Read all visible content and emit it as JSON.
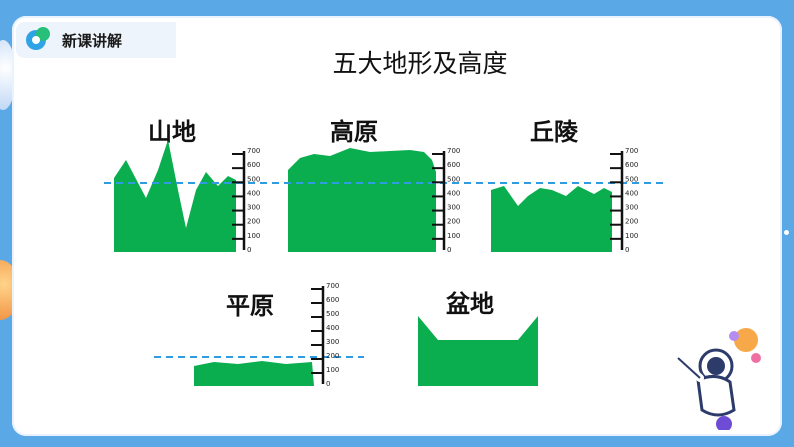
{
  "header": {
    "label": "新课讲解",
    "icon": "logo-icon"
  },
  "title": "五大地形及高度",
  "landforms": {
    "mountain": "山地",
    "plateau": "高原",
    "hill": "丘陵",
    "plain": "平原",
    "basin": "盆地"
  },
  "scale_ticks": [
    "700",
    "600",
    "500",
    "400",
    "300",
    "200",
    "100",
    "0"
  ],
  "colors": {
    "terrain": "#0aae4e",
    "reference_line": "#2f9be0",
    "background": "#5aa9e6"
  }
}
